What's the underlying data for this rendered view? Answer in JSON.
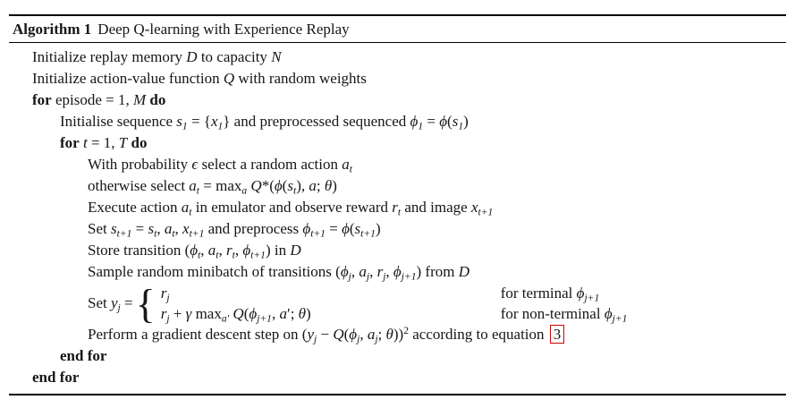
{
  "algorithm": {
    "label": "Algorithm 1",
    "title": "Deep Q-learning with Experience Replay",
    "colors": {
      "text": "#161616",
      "rule": "#000000",
      "eqref_border": "#cc0000"
    },
    "lines": [
      {
        "ind": 0,
        "seg": [
          [
            "t",
            "Initialize replay memory "
          ],
          [
            "cal",
            "D"
          ],
          [
            "t",
            " to capacity "
          ],
          [
            "i",
            "N"
          ]
        ]
      },
      {
        "ind": 0,
        "seg": [
          [
            "t",
            "Initialize action-value function "
          ],
          [
            "i",
            "Q"
          ],
          [
            "t",
            " with random weights"
          ]
        ]
      },
      {
        "ind": 0,
        "seg": [
          [
            "b",
            "for"
          ],
          [
            "t",
            " episode = 1, "
          ],
          [
            "i",
            "M"
          ],
          [
            "t",
            " "
          ],
          [
            "b",
            "do"
          ]
        ]
      },
      {
        "ind": 1,
        "seg": [
          [
            "t",
            "Initialise sequence "
          ],
          [
            "i",
            "s"
          ],
          [
            "sub",
            "1"
          ],
          [
            "t",
            " = {"
          ],
          [
            "i",
            "x"
          ],
          [
            "sub",
            "1"
          ],
          [
            "t",
            "} and preprocessed sequenced "
          ],
          [
            "i",
            "ϕ"
          ],
          [
            "sub",
            "1"
          ],
          [
            "t",
            " = "
          ],
          [
            "i",
            "ϕ"
          ],
          [
            "t",
            "("
          ],
          [
            "i",
            "s"
          ],
          [
            "sub",
            "1"
          ],
          [
            "t",
            ")"
          ]
        ]
      },
      {
        "ind": 1,
        "seg": [
          [
            "b",
            "for"
          ],
          [
            "t",
            " "
          ],
          [
            "i",
            "t"
          ],
          [
            "t",
            " = 1, "
          ],
          [
            "i",
            "T"
          ],
          [
            "t",
            " "
          ],
          [
            "b",
            "do"
          ]
        ]
      },
      {
        "ind": 2,
        "seg": [
          [
            "t",
            "With probability "
          ],
          [
            "i",
            "ϵ"
          ],
          [
            "t",
            " select a random action "
          ],
          [
            "i",
            "a"
          ],
          [
            "sub",
            "t"
          ]
        ]
      },
      {
        "ind": 2,
        "seg": [
          [
            "t",
            "otherwise select "
          ],
          [
            "i",
            "a"
          ],
          [
            "sub",
            "t"
          ],
          [
            "t",
            " = max"
          ],
          [
            "sub",
            "a"
          ],
          [
            "t",
            " "
          ],
          [
            "i",
            "Q"
          ],
          [
            "t",
            "*("
          ],
          [
            "i",
            "ϕ"
          ],
          [
            "t",
            "("
          ],
          [
            "i",
            "s"
          ],
          [
            "sub",
            "t"
          ],
          [
            "t",
            "), "
          ],
          [
            "i",
            "a"
          ],
          [
            "t",
            "; "
          ],
          [
            "i",
            "θ"
          ],
          [
            "t",
            ")"
          ]
        ]
      },
      {
        "ind": 2,
        "seg": [
          [
            "t",
            "Execute action "
          ],
          [
            "i",
            "a"
          ],
          [
            "sub",
            "t"
          ],
          [
            "t",
            " in emulator and observe reward "
          ],
          [
            "i",
            "r"
          ],
          [
            "sub",
            "t"
          ],
          [
            "t",
            " and image "
          ],
          [
            "i",
            "x"
          ],
          [
            "sub",
            "t+1"
          ]
        ]
      },
      {
        "ind": 2,
        "seg": [
          [
            "t",
            "Set "
          ],
          [
            "i",
            "s"
          ],
          [
            "sub",
            "t+1"
          ],
          [
            "t",
            " = "
          ],
          [
            "i",
            "s"
          ],
          [
            "sub",
            "t"
          ],
          [
            "t",
            ", "
          ],
          [
            "i",
            "a"
          ],
          [
            "sub",
            "t"
          ],
          [
            "t",
            ", "
          ],
          [
            "i",
            "x"
          ],
          [
            "sub",
            "t+1"
          ],
          [
            "t",
            " and preprocess "
          ],
          [
            "i",
            "ϕ"
          ],
          [
            "sub",
            "t+1"
          ],
          [
            "t",
            " = "
          ],
          [
            "i",
            "ϕ"
          ],
          [
            "t",
            "("
          ],
          [
            "i",
            "s"
          ],
          [
            "sub",
            "t+1"
          ],
          [
            "t",
            ")"
          ]
        ]
      },
      {
        "ind": 2,
        "seg": [
          [
            "t",
            "Store transition ("
          ],
          [
            "i",
            "ϕ"
          ],
          [
            "sub",
            "t"
          ],
          [
            "t",
            ", "
          ],
          [
            "i",
            "a"
          ],
          [
            "sub",
            "t"
          ],
          [
            "t",
            ", "
          ],
          [
            "i",
            "r"
          ],
          [
            "sub",
            "t"
          ],
          [
            "t",
            ", "
          ],
          [
            "i",
            "ϕ"
          ],
          [
            "sub",
            "t+1"
          ],
          [
            "t",
            ") in "
          ],
          [
            "cal",
            "D"
          ]
        ]
      },
      {
        "ind": 2,
        "seg": [
          [
            "t",
            "Sample random minibatch of transitions ("
          ],
          [
            "i",
            "ϕ"
          ],
          [
            "sub",
            "j"
          ],
          [
            "t",
            ", "
          ],
          [
            "i",
            "a"
          ],
          [
            "sub",
            "j"
          ],
          [
            "t",
            ", "
          ],
          [
            "i",
            "r"
          ],
          [
            "sub",
            "j"
          ],
          [
            "t",
            ", "
          ],
          [
            "i",
            "ϕ"
          ],
          [
            "sub",
            "j+1"
          ],
          [
            "t",
            ") from "
          ],
          [
            "cal",
            "D"
          ]
        ]
      },
      {
        "ind": 2,
        "type": "cases",
        "lead": [
          [
            "t",
            "Set "
          ],
          [
            "i",
            "y"
          ],
          [
            "sub",
            "j"
          ],
          [
            "t",
            " = "
          ]
        ],
        "brace": "{",
        "rows": [
          {
            "left": [
              [
                "i",
                "r"
              ],
              [
                "sub",
                "j"
              ]
            ],
            "right": [
              [
                "t",
                "for terminal "
              ],
              [
                "i",
                "ϕ"
              ],
              [
                "sub",
                "j+1"
              ]
            ]
          },
          {
            "left": [
              [
                "i",
                "r"
              ],
              [
                "sub",
                "j"
              ],
              [
                "t",
                " + "
              ],
              [
                "i",
                "γ"
              ],
              [
                "t",
                " max"
              ],
              [
                "sub",
                "a′"
              ],
              [
                "t",
                " "
              ],
              [
                "i",
                "Q"
              ],
              [
                "t",
                "("
              ],
              [
                "i",
                "ϕ"
              ],
              [
                "sub",
                "j+1"
              ],
              [
                "t",
                ", "
              ],
              [
                "i",
                "a"
              ],
              [
                "t",
                "′; "
              ],
              [
                "i",
                "θ"
              ],
              [
                "t",
                ")"
              ]
            ],
            "right": [
              [
                "t",
                "for non-terminal "
              ],
              [
                "i",
                "ϕ"
              ],
              [
                "sub",
                "j+1"
              ]
            ]
          }
        ]
      },
      {
        "ind": 2,
        "seg": [
          [
            "t",
            "Perform a gradient descent step on ("
          ],
          [
            "i",
            "y"
          ],
          [
            "sub",
            "j"
          ],
          [
            "t",
            " − "
          ],
          [
            "i",
            "Q"
          ],
          [
            "t",
            "("
          ],
          [
            "i",
            "ϕ"
          ],
          [
            "sub",
            "j"
          ],
          [
            "t",
            ", "
          ],
          [
            "i",
            "a"
          ],
          [
            "sub",
            "j"
          ],
          [
            "t",
            "; "
          ],
          [
            "i",
            "θ"
          ],
          [
            "t",
            "))"
          ],
          [
            "sup",
            "2"
          ],
          [
            "t",
            " according to equation "
          ],
          [
            "box",
            "3"
          ]
        ]
      },
      {
        "ind": 1,
        "seg": [
          [
            "b",
            "end for"
          ]
        ]
      },
      {
        "ind": 0,
        "seg": [
          [
            "b",
            "end for"
          ]
        ]
      }
    ]
  }
}
